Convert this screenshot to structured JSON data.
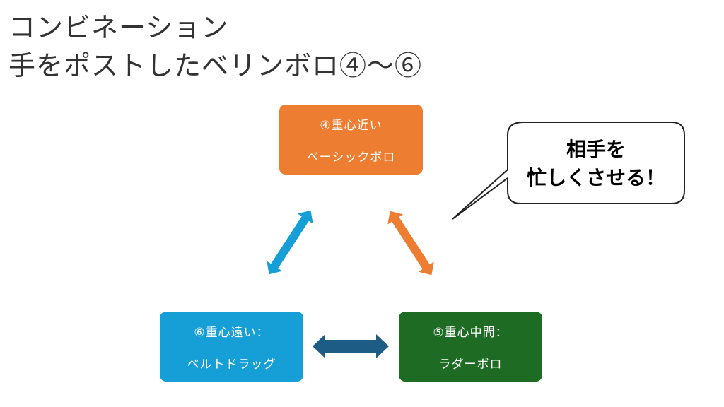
{
  "title": {
    "line1": "コンビネーション",
    "line2": "手をポストしたベリンボロ④〜⑥"
  },
  "nodes": [
    {
      "id": "basic",
      "line1": "④重心近い",
      "line2": "ベーシックボロ",
      "color": "#ED7D31"
    },
    {
      "id": "ladder",
      "line1": "⑤重心中間：",
      "line2": "ラダーボロ",
      "color": "#1E6B24"
    },
    {
      "id": "belt",
      "line1": "⑥重心遠い：",
      "line2": "ベルトドラッグ",
      "color": "#159FD6"
    }
  ],
  "callout": {
    "line1": "相手を",
    "line2": "忙しくさせる！"
  },
  "colors": {
    "arrow_blue": "#159FD6",
    "arrow_orange": "#ED7D31",
    "arrow_dark": "#1D5C85"
  }
}
